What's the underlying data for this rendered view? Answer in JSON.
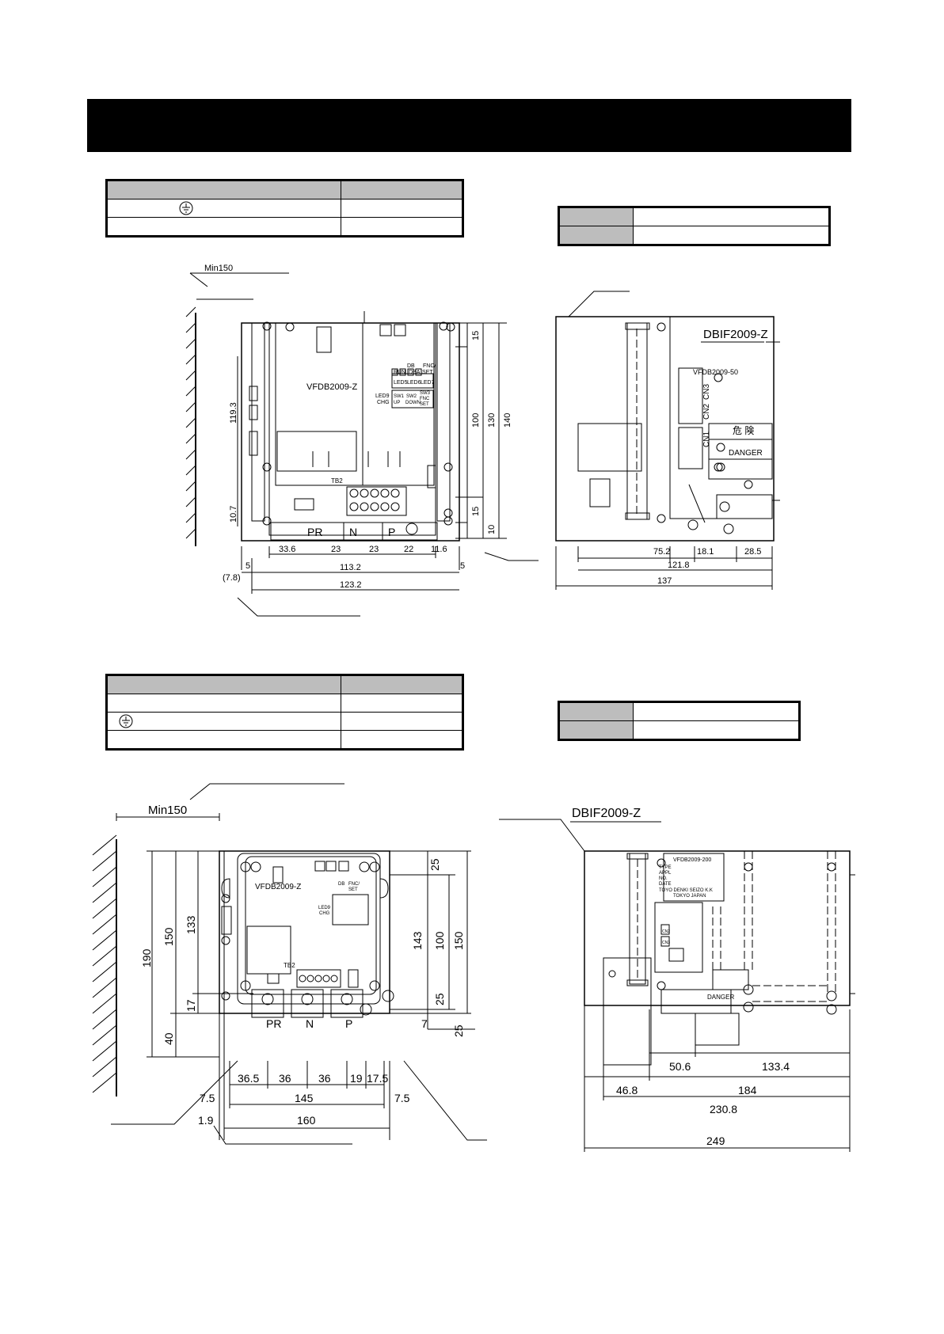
{
  "top_left": {
    "wall_clearance": "Min150",
    "unit_model": "VFDB2009-Z",
    "board_labels": {
      "db": "DB",
      "fnc": "FNC/",
      "run": "RUN",
      "dba": "DBA",
      "set": "SET",
      "led5": "LED5",
      "led6": "LED6",
      "led7": "LED7",
      "led9": "LED9",
      "chg": "CHG",
      "sw1": "SW1",
      "up": "UP",
      "sw2": "SW2",
      "down": "DOWN",
      "sw3": "SW3",
      "fnc2": "FNC",
      "set2": "SET",
      "tb2": "TB2"
    },
    "terminals": {
      "pr": "PR",
      "n": "N",
      "p": "P"
    },
    "horizontal_dims": {
      "d1": "33.6",
      "d2": "23",
      "d3": "23",
      "d4": "22",
      "d5": "11.6",
      "d6": "5",
      "d7": "113.2",
      "d8": "5",
      "d9": "(7.8)",
      "d10": "123.2"
    },
    "vertical_dims": {
      "v1": "119.3",
      "v2": "10.7",
      "v3": "15",
      "v4": "100",
      "v5": "130",
      "v6": "140",
      "v7": "15",
      "v8": "10"
    }
  },
  "top_right": {
    "interface_model": "DBIF2009-Z",
    "sub_model": "VFDB2009-50",
    "connectors": {
      "cn1": "CN1",
      "cn2": "CN2",
      "cn3": "CN3"
    },
    "danger_jp": "危 険",
    "danger_en": "DANGER",
    "dims": {
      "d1": "75.2",
      "d2": "18.1",
      "d3": "28.5",
      "d4": "121.8",
      "d5": "137"
    }
  },
  "bottom_left": {
    "wall_clearance": "Min150",
    "unit_model": "VFDB2009-Z",
    "board_labels": {
      "db": "DB",
      "fnc": "FNC/",
      "set": "SET",
      "led9": "LED9",
      "chg": "CHG",
      "tb2": "TB2"
    },
    "terminals": {
      "pr": "PR",
      "n": "N",
      "p": "P"
    },
    "horizontal_dims": {
      "d1": "36.5",
      "d2": "36",
      "d3": "36",
      "d4": "19",
      "d5": "17.5",
      "d6": "7.5",
      "d7": "145",
      "d8": "7.5",
      "d9": "1.9",
      "d10": "160"
    },
    "vertical_dims": {
      "v1": "190",
      "v2": "150",
      "v3": "133",
      "v4": "17",
      "v5": "40",
      "v6": "25",
      "v7": "143",
      "v8": "100",
      "v9": "150",
      "v10": "25",
      "v11": "7",
      "v12": "25"
    }
  },
  "bottom_right": {
    "interface_model": "DBIF2009-Z",
    "nameplate": {
      "model": "VFDB2009-200",
      "type": "TYPE",
      "appl": "APPL",
      "no": "NO.",
      "date": "DATE",
      "maker": "TOYO DENKI SEIZO K.K",
      "city": "TOKYO JAPAN"
    },
    "connectors": {
      "cn2": "CN2",
      "cn3": "CN3"
    },
    "danger_en": "DANGER",
    "dims": {
      "d1": "50.6",
      "d2": "133.4",
      "d3": "46.8",
      "d4": "184",
      "d5": "230.8",
      "d6": "249"
    }
  }
}
